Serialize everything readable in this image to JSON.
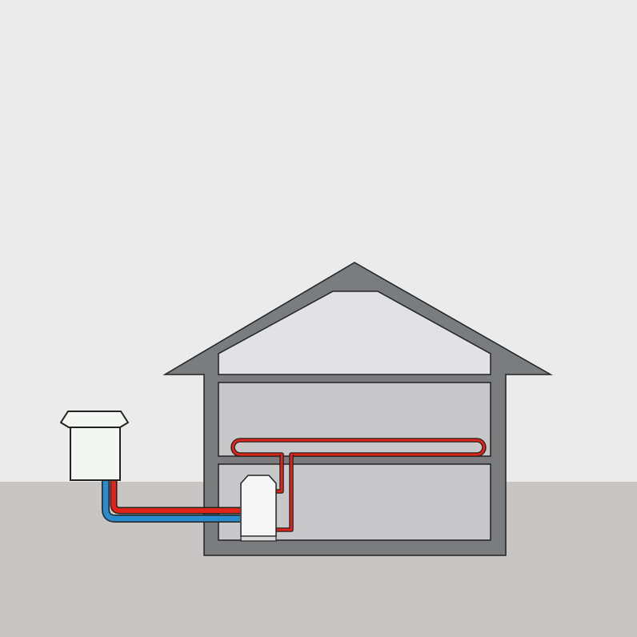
{
  "colors": {
    "sky": "#ebebeb",
    "ground": "#c9c5c3",
    "house_wall": "#7b7c7e",
    "room_fill": "#c8c8ca",
    "attic_fill": "#e2e2e4",
    "outline": "#222222",
    "hot_pipe": "#e32219",
    "cold_pipe": "#2a8ccc",
    "unit_fill": "#f3f6f2",
    "heat_pump_fill": "#f6f6f6"
  },
  "components": [
    {
      "name": "outdoor-unit",
      "icon": "air-source-unit-icon"
    },
    {
      "name": "indoor-heat-pump",
      "icon": "heat-pump-icon"
    },
    {
      "name": "floor-heating-loop",
      "icon": "underfloor-heating-icon"
    }
  ]
}
